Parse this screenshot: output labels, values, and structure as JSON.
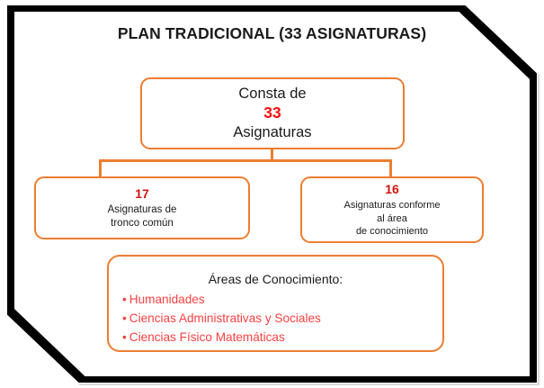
{
  "diagram": {
    "title": "PLAN TRADICIONAL (33 ASIGNATURAS)",
    "colors": {
      "node_border": "#ED7D31",
      "connector": "#ED7D31",
      "frame": "#000000",
      "highlight_number": "#FF0B0B",
      "count_number": "#D31212",
      "bullet_text": "#FC4040",
      "text": "#1A1A1A",
      "background": "#FFFFFF"
    },
    "root": {
      "line1": "Consta de",
      "number": "33",
      "line2": "Asignaturas"
    },
    "branch_left": {
      "count": "17",
      "line1": "Asignaturas de",
      "line2": "tronco común"
    },
    "branch_right": {
      "count": "16",
      "line1": "Asignaturas conforme",
      "line2": "al área",
      "line3": "de conocimiento"
    },
    "areas": {
      "heading": "Áreas de Conocimiento:",
      "bullet": "•",
      "items": [
        "Humanidades",
        "Ciencias Administrativas y Sociales",
        "Ciencias Físico Matemáticas"
      ]
    }
  }
}
